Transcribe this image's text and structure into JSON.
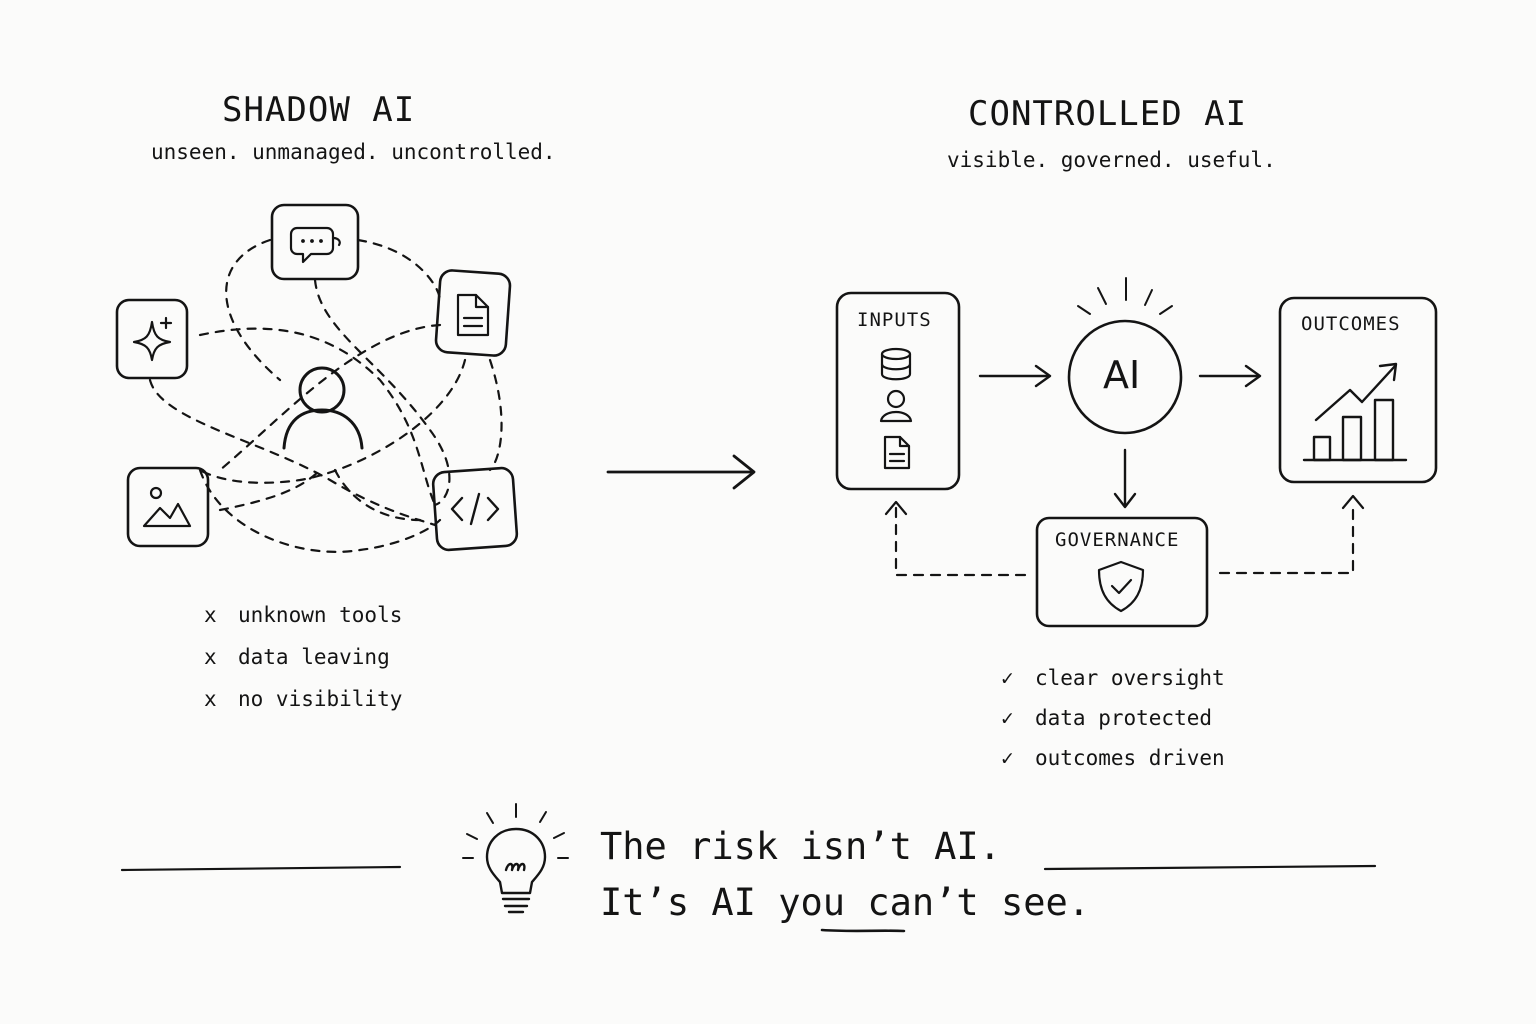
{
  "shadow": {
    "title": "SHADOW AI",
    "subtitle": "unseen. unmanaged. uncontrolled.",
    "tools": [
      "chat-bubble-icon",
      "document-icon",
      "code-icon",
      "image-icon",
      "sparkle-icon"
    ],
    "center": "user-icon",
    "risks": [
      {
        "mark": "x",
        "text": "unknown tools"
      },
      {
        "mark": "x",
        "text": "data leaving"
      },
      {
        "mark": "x",
        "text": "no visibility"
      }
    ]
  },
  "controlled": {
    "title": "CONTROLLED AI",
    "subtitle": "visible. governed. useful.",
    "inputs_label": "INPUTS",
    "ai_label": "AI",
    "outcomes_label": "OUTCOMES",
    "governance_label": "GOVERNANCE",
    "benefits": [
      {
        "mark": "✓",
        "text": "clear oversight"
      },
      {
        "mark": "✓",
        "text": "data protected"
      },
      {
        "mark": "✓",
        "text": "outcomes driven"
      }
    ]
  },
  "footer": {
    "line1": "The risk isn’t AI.",
    "line2_a": "It’s AI you ",
    "line2_b": "can’t",
    "line2_c": " see."
  }
}
